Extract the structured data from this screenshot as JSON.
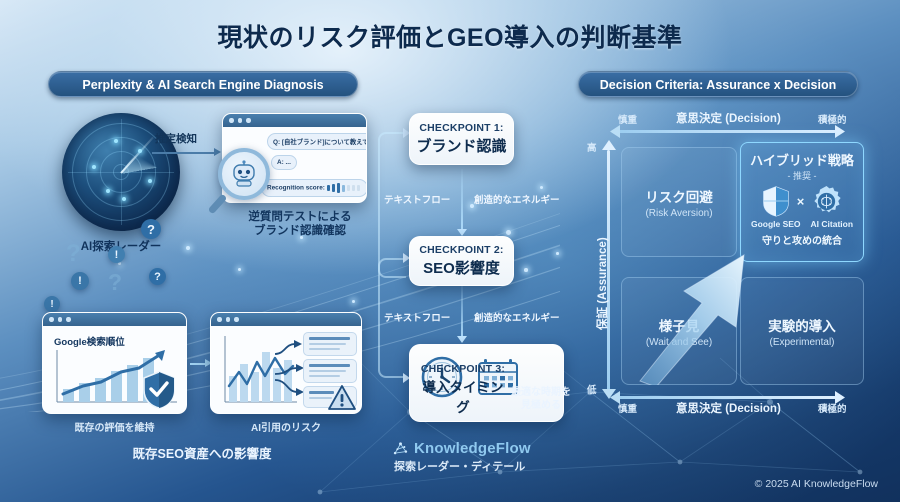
{
  "title": "現状のリスク評価とGEO導入の判断基準",
  "sections": {
    "left_pill": "Perplexity & AI Search Engine Diagnosis",
    "right_pill": "Decision Criteria: Assurance x Decision"
  },
  "left_panel": {
    "radar_caption": "AI探索レーダー",
    "detect_arrow_label": "推定検知",
    "browser_caption": "逆質問テストによる\nブランド認識確認",
    "browser_caption_line1": "逆質問テストによる",
    "browser_caption_line2": "ブランド認識確認",
    "chat": {
      "question": "Q: [自社ブランド]について教えて?",
      "answer": "A: ...",
      "score_label": "Recognition score:",
      "score_bars": [
        6,
        8,
        10,
        7,
        6,
        6,
        6
      ]
    },
    "float_marks": [
      "?",
      "!",
      "?",
      "!",
      "?",
      "?"
    ],
    "cards": [
      {
        "title": "Google検索順位",
        "caption": "既存の評価を維持"
      },
      {
        "title": "",
        "caption": "AI引用のリスク"
      }
    ],
    "group_label": "既存SEO資産への影響度"
  },
  "checkpoints": [
    {
      "key": "CHECKPOINT 1:",
      "value": "ブランド認識"
    },
    {
      "key": "CHECKPOINT 2:",
      "value": "SEO影響度"
    },
    {
      "key": "CHECKPOINT 3:",
      "value": "導入タイミング"
    }
  ],
  "checkpoint3_note_line1": "最適な時期を",
  "checkpoint3_note_line2": "見極める",
  "flow_labels": {
    "text_flow_1": "テキストフロー",
    "energy_1": "創造的なエネルギー",
    "text_flow_2": "テキストフロー",
    "energy_2": "創造的なエネルギー"
  },
  "matrix": {
    "x_axis_label": "意思決定 (Decision)",
    "x_left_end": "慎重",
    "x_right_end": "積極的",
    "y_axis_label": "保証 (Assurance)",
    "y_top_end": "高",
    "y_bottom_end": "低",
    "quadrants": [
      {
        "jp": "リスク回避",
        "en": "(Risk Aversion)"
      },
      {
        "jp": "ハイブリッド戦略",
        "en": "- 推奨 -",
        "left_icon_label": "Google SEO",
        "right_icon_label": "AI Citation",
        "operator": "×",
        "footer": "守りと攻めの統合",
        "highlight": true
      },
      {
        "jp": "様子見",
        "en": "(Wait and See)"
      },
      {
        "jp": "実験的導入",
        "en": "(Experimental)"
      }
    ]
  },
  "brand": {
    "name": "KnowledgeFlow",
    "subtitle": "探索レーダー・ディテール",
    "copyright": "© 2025 AI KnowledgeFlow"
  },
  "colors": {
    "accent": "#8fd8ff",
    "pill": "#2c5b8b",
    "title": "#0d2a4d",
    "panel_bg": "#fbfdff"
  }
}
